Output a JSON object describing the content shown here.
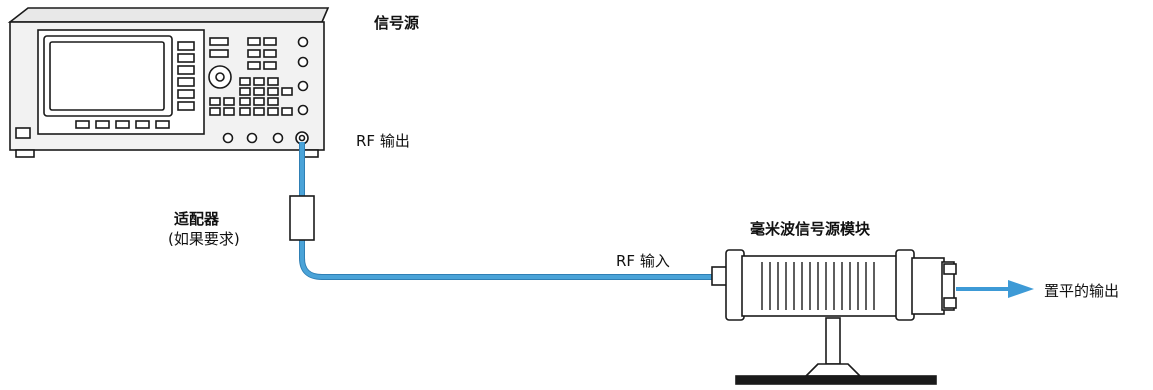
{
  "labels": {
    "signal_source": "信号源",
    "rf_output": "RF 输出",
    "adapter": "适配器",
    "adapter_note": "(如果要求)",
    "mmwave_module": "毫米波信号源模块",
    "rf_input": "RF 输入",
    "leveled_output": "置平的输出"
  },
  "colors": {
    "cable": "#4aa3d8",
    "cable_dark": "#2f7fb4",
    "arrow": "#3d9ad6",
    "line": "#1a1a1a",
    "panel_fill": "#f2f2f2",
    "screen_fill": "#ffffff"
  }
}
